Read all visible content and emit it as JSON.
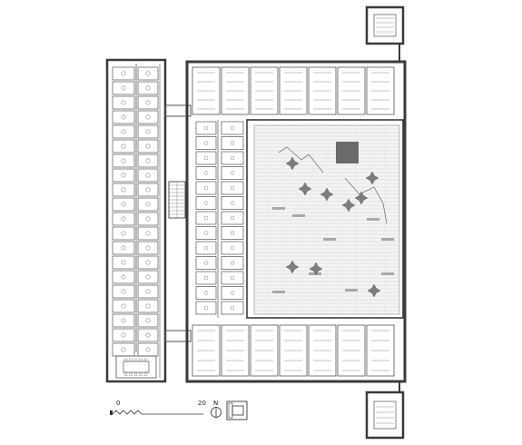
{
  "drawing": {
    "kind": "architectural floor plan",
    "colors": {
      "wall": "#3a3a3a",
      "line": "#555555",
      "fine": "#8a8a8a",
      "paving": "#cfcfcf",
      "dark_block": "#6a6a6a",
      "tree": "#7d7d7d",
      "background": "#ffffff"
    }
  },
  "scale_bar": {
    "start_label": "0",
    "end_label": "20"
  },
  "north_arrow": {
    "label": "N",
    "icon": "north-arrow-icon"
  },
  "key_plan": {
    "icon": "key-plan-icon"
  }
}
